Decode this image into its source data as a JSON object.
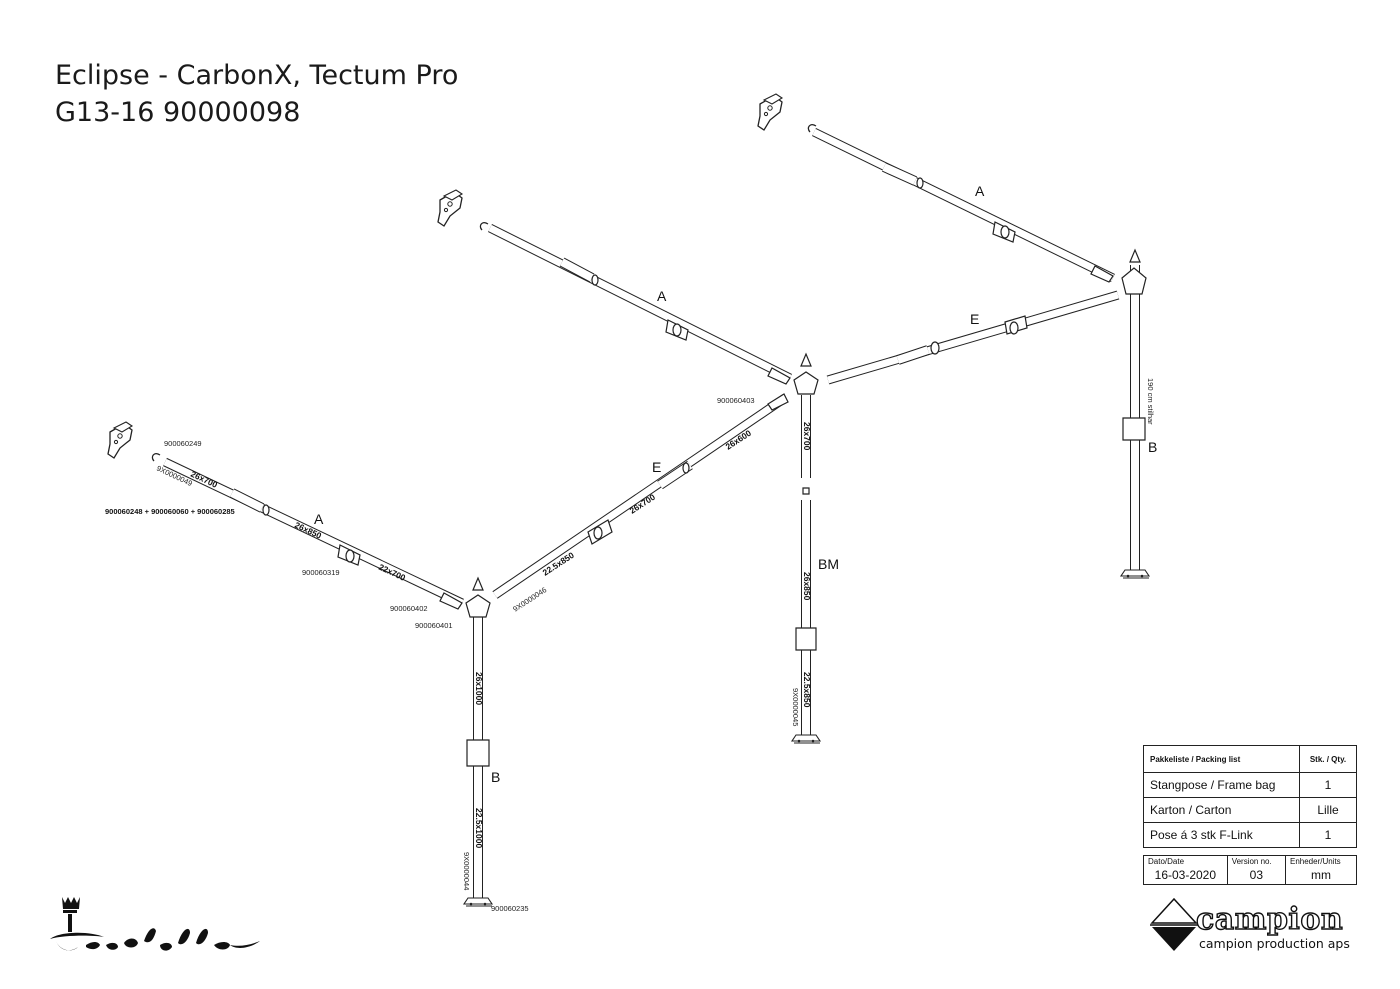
{
  "title": {
    "line1": "Eclipse - CarbonX, Tectum Pro",
    "line2": "G13-16 90000098"
  },
  "labels": {
    "a_top": "A",
    "a_mid": "A",
    "a_left": "A",
    "e_right": "E",
    "e_left": "E",
    "b_right": "B",
    "b_left": "B",
    "bm": "BM",
    "leg_right_note": "190 cm stilhar"
  },
  "part_numbers": {
    "p900060249": "900060249",
    "p9x0000049": "9X0000049",
    "p_combo": "900060248 + 900060060 + 900060285",
    "p900060319": "900060319",
    "p900060402": "900060402",
    "p900060401": "900060401",
    "p9x0000046": "9X0000046",
    "p900060403": "900060403",
    "p9x0000045": "9X0000045",
    "p9x0000044": "9X0000044",
    "p900060235": "900060235"
  },
  "dimensions": {
    "d26x700_left": "26x700",
    "d26x850_left": "26x850",
    "d22x700_left": "22x700",
    "d225x850": "22.5x850",
    "d26x700_e": "26x700",
    "d26x600": "26x600",
    "d26x700_mid": "26x700",
    "d26x850_mid": "26x850",
    "d225x850_mid": "22.5x850",
    "d26x1000": "26x1000",
    "d225x1000": "22.5x1000"
  },
  "packing_list": {
    "header_item": "Pakkeliste / Packing list",
    "header_qty": "Stk. / Qty.",
    "rows": [
      {
        "item": "Stangpose / Frame bag",
        "qty": "1"
      },
      {
        "item": "Karton / Carton",
        "qty": "Lille"
      },
      {
        "item": "Pose á 3 stk F-Link",
        "qty": "1"
      }
    ]
  },
  "meta": {
    "date_label": "Dato/Date",
    "date_value": "16-03-2020",
    "version_label": "Version no.",
    "version_value": "03",
    "units_label": "Enheder/Units",
    "units_value": "mm"
  },
  "brand": {
    "name": "campion",
    "subtitle": "campion production aps"
  },
  "logo_left": "Isabella"
}
